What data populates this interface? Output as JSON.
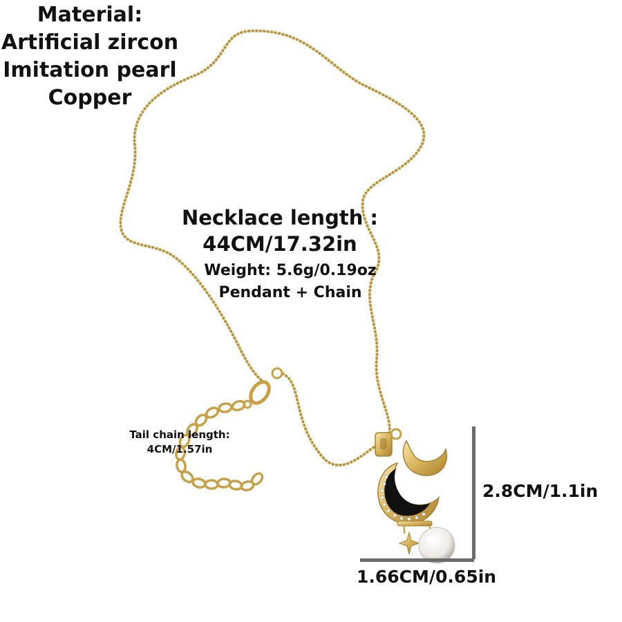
{
  "material": {
    "heading": "Material:",
    "items": [
      "Artificial zircon",
      "Imitation pearl",
      "Copper"
    ]
  },
  "necklace": {
    "length_label": "Necklace length :",
    "length_value": "44CM/17.32in",
    "weight_label": "Weight:",
    "weight_value": "5.6g/0.19oz",
    "includes": "Pendant + Chain"
  },
  "tail_chain": {
    "label": "Tail chain length:",
    "value": "4CM/1.57in"
  },
  "pendant_dimensions": {
    "height": "2.8CM/1.1in",
    "width": "1.66CM/0.65in"
  },
  "colors": {
    "gold": "#c9a144",
    "gold_light": "#f3e2a8",
    "black_enamel": "#111111",
    "pearl": "#f2f0ee",
    "measure_bar": "#6b6b6b"
  }
}
